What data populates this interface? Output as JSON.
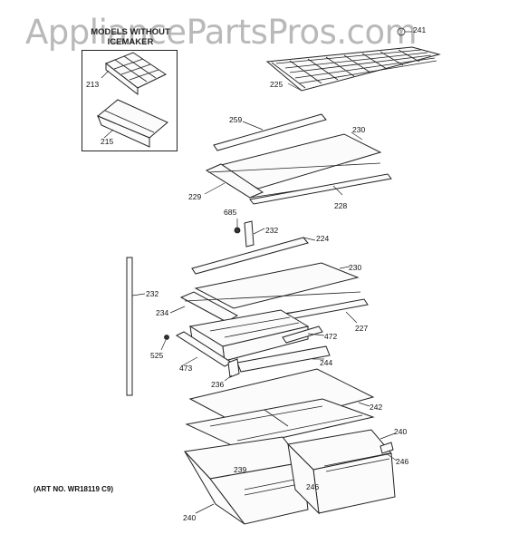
{
  "watermark": "AppliancePartsPros.com",
  "inset_title_line1": "MODELS WITHOUT",
  "inset_title_line2": "ICEMAKER",
  "art_no": "(ART NO. WR18119 C9)",
  "callouts": {
    "c241": "241",
    "c225": "225",
    "c213": "213",
    "c215": "215",
    "c259": "259",
    "c230a": "230",
    "c229": "229",
    "c228": "228",
    "c685": "685",
    "c232a": "232",
    "c224": "224",
    "c230b": "230",
    "c232b": "232",
    "c234": "234",
    "c227": "227",
    "c472": "472",
    "c525": "525",
    "c473": "473",
    "c244": "244",
    "c236": "236",
    "c242": "242",
    "c240a": "240",
    "c246a": "246",
    "c239": "239",
    "c246b": "246",
    "c240b": "240"
  }
}
